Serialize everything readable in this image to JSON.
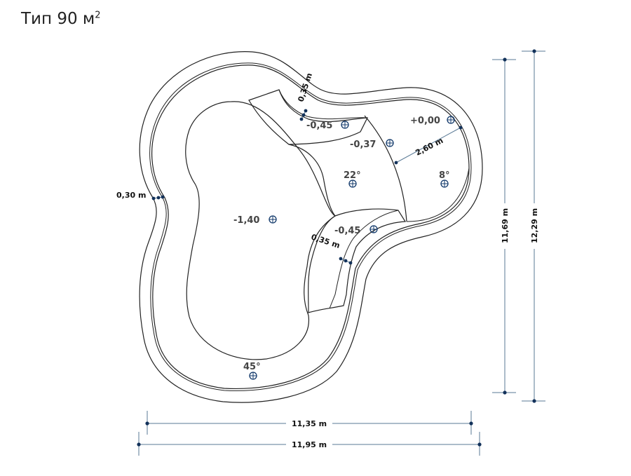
{
  "title": {
    "text": "Тип 90 м",
    "superscript": "2"
  },
  "levels": {
    "deep": "-1,40",
    "step_top": "-0,45",
    "step_bottom": "-0,45",
    "middle": "-0,37",
    "edge": "+0,00",
    "slope_22": "22°",
    "slope_8": "8°",
    "slope_45": "45°"
  },
  "dimensions": {
    "step_width_top": "0,35 m",
    "step_width_bottom": "0,35 m",
    "wall": "0,30 m",
    "shelf": "2,60 m",
    "inner_width": "11,35 m",
    "outer_width": "11,95 m",
    "inner_height": "11,69 m",
    "outer_height": "12,29 m"
  },
  "colors": {
    "dimension_line": "#5a7a96",
    "marker": "#12396b",
    "outline": "#222222"
  }
}
